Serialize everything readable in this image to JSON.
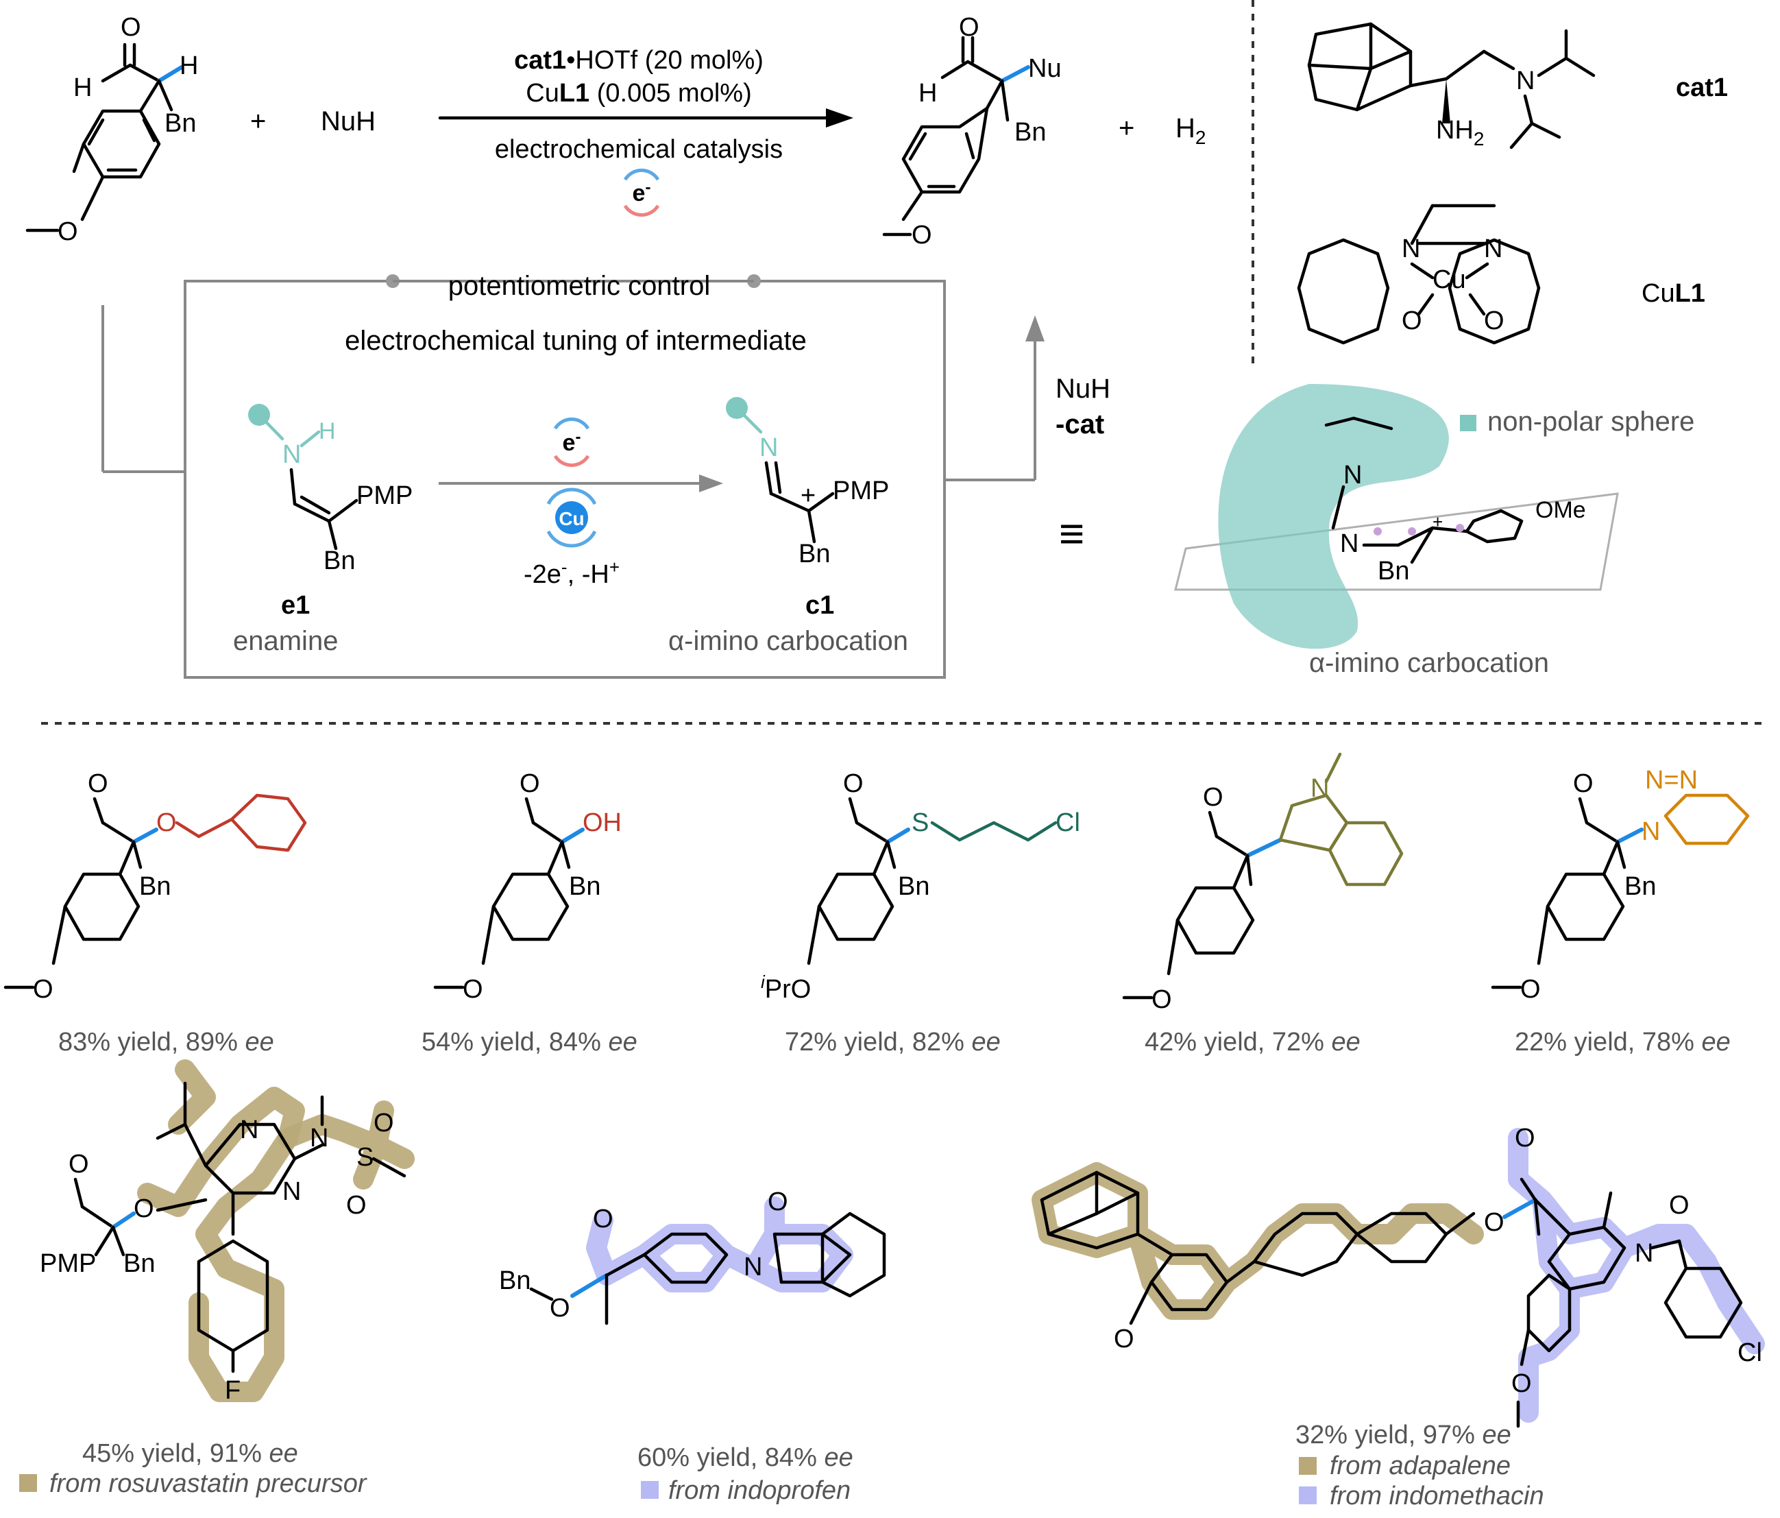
{
  "reaction": {
    "catalyst_line": "cat1•HOTf (20 mol%)",
    "catalyst_bold": "cat1",
    "catalyst_rest": "•HOTf (20 mol%)",
    "copper_prefix": "Cu",
    "copper_bold": "L1",
    "copper_rest": " (0.005 mol%)",
    "conditions": "electrochemical catalysis",
    "plus": "+",
    "nucleophile": "NuH",
    "byproduct": "H",
    "byproduct_sub": "2",
    "electron": "e",
    "electron_sup": "-"
  },
  "mechanism": {
    "control_label": "potentiometric control",
    "tuning_label": "electrochemical tuning of intermediate",
    "reagent_label": "-2e",
    "reagent_label_sup1": "-",
    "reagent_label_mid": ", -H",
    "reagent_label_sup2": "+",
    "cu_label": "Cu",
    "e1_id": "e1",
    "e1_name": "enamine",
    "c1_id": "c1",
    "c1_name": "α-imino carbocation",
    "nuh_label": "NuH",
    "cat_label": "-cat",
    "equiv": "≡"
  },
  "catalysts": {
    "cat1_label": "cat1",
    "cul1_prefix": "Cu",
    "cul1_bold": "L1"
  },
  "model": {
    "legend_label": "non-polar sphere",
    "caption": "α-imino carbocation",
    "legend_color": "#7ec8c0"
  },
  "atoms": {
    "H": "H",
    "Bn": "Bn",
    "Nu": "Nu",
    "O": "O",
    "N": "N",
    "NH2": "NH",
    "NH2_sub": "2",
    "PMP": "PMP",
    "OMe": "OMe",
    "OH": "OH",
    "S": "S",
    "Cl": "Cl",
    "F": "F",
    "iPrO_sup": "i",
    "iPrO": "PrO",
    "Cu": "Cu",
    "plus_charge": "+"
  },
  "products": [
    {
      "yield": "83% yield, 89% ",
      "ee": "ee"
    },
    {
      "yield": "54% yield, 84% ",
      "ee": "ee"
    },
    {
      "yield": "72% yield, 82% ",
      "ee": "ee"
    },
    {
      "yield": "42% yield, 72% ",
      "ee": "ee"
    },
    {
      "yield": "22% yield, 78% ",
      "ee": "ee"
    },
    {
      "yield": "45% yield, 91% ",
      "ee": "ee",
      "source": "from rosuvastatin precursor"
    },
    {
      "yield": "60% yield, 84% ",
      "ee": "ee",
      "source": "from indoprofen"
    },
    {
      "yield": "32% yield, 97% ",
      "ee": "ee",
      "source": "from adapalene",
      "source2": "from indomethacin"
    }
  ],
  "colors": {
    "highlight_bond": "#1e88e5",
    "tan_highlight": "#b9a878",
    "blue_highlight": "#b7b9f5",
    "benzyl": "#c0392b",
    "thioether": "#1e6b5a",
    "indole": "#7a7a36",
    "benzotriazole": "#d4850a"
  }
}
